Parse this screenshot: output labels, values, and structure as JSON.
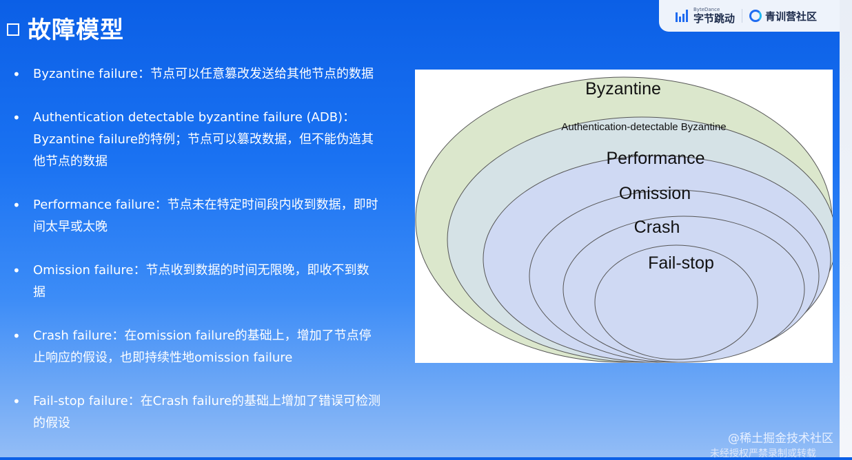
{
  "slide": {
    "title": "故障模型"
  },
  "brand": {
    "small": "ByteDance",
    "name": "字节跳动",
    "community": "青训营社区"
  },
  "bullets": [
    {
      "text": "Byzantine failure：节点可以任意篡改发送给其他节点的数据"
    },
    {
      "text": "Authentication detectable byzantine failure (ADB)：Byzantine failure的特例；节点可以篡改数据，但不能伪造其他节点的数据"
    },
    {
      "text": "Performance failure：节点未在特定时间段内收到数据，即时间太早或太晚"
    },
    {
      "text": "Omission failure：节点收到数据的时间无限晚，即收不到数据"
    },
    {
      "text": "Crash failure：在omission failure的基础上，增加了节点停止响应的假设，也即持续性地omission failure"
    },
    {
      "text": "Fail-stop failure：在Crash failure的基础上增加了错误可检测的假设"
    }
  ],
  "diagram": {
    "labels": [
      "Byzantine",
      "Authentication-detectable Byzantine",
      "Performance",
      "Omission",
      "Crash",
      "Fail-stop"
    ],
    "colors": {
      "outer": "#dbe7cc",
      "adb": "#d5e2e6",
      "inner": "#cfd9f3",
      "stroke": "#555555"
    }
  },
  "footer": {
    "source": "@稀土掘金技术社区",
    "notice": "未经授权严禁录制或转载"
  }
}
